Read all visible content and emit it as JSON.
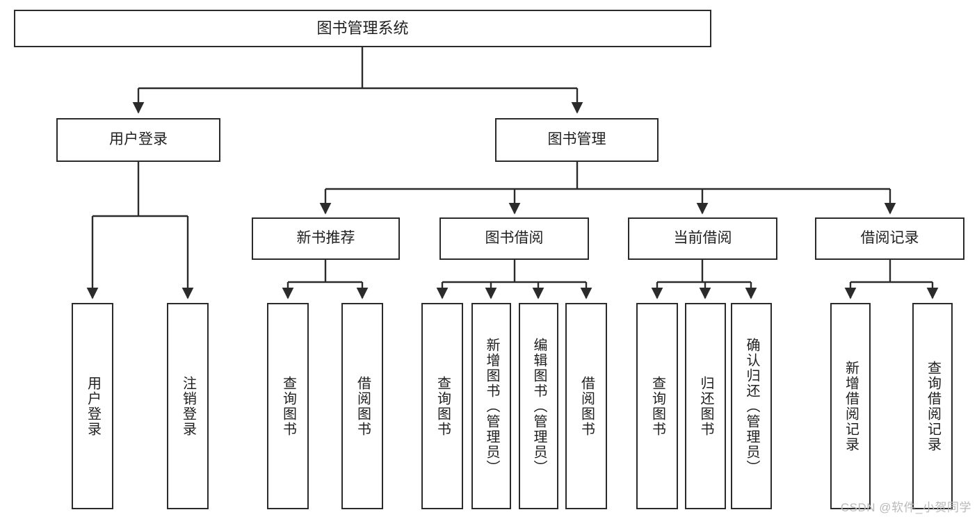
{
  "diagram": {
    "type": "tree-hierarchy",
    "title": "图书管理系统",
    "watermark": "CSDN @软件_小贺同学",
    "colors": {
      "stroke": "#2b2b2b",
      "background": "#ffffff",
      "text": "#1f1f1f",
      "watermark": "#b9b9b9"
    },
    "levels": {
      "level0": [
        {
          "id": "root",
          "label": "图书管理系统"
        }
      ],
      "level1": [
        {
          "id": "user-login",
          "label": "用户登录"
        },
        {
          "id": "book-manage",
          "label": "图书管理"
        }
      ],
      "level2": [
        {
          "id": "new-book-rec",
          "label": "新书推荐",
          "parent": "book-manage"
        },
        {
          "id": "book-borrow",
          "label": "图书借阅",
          "parent": "book-manage"
        },
        {
          "id": "current-borrow",
          "label": "当前借阅",
          "parent": "book-manage"
        },
        {
          "id": "borrow-record",
          "label": "借阅记录",
          "parent": "book-manage"
        }
      ],
      "level3": [
        {
          "id": "leaf-user-login",
          "label": "用户登录",
          "parent": "user-login"
        },
        {
          "id": "leaf-logout-login",
          "label": "注销登录",
          "parent": "user-login"
        },
        {
          "id": "leaf-query-book-1",
          "label": "查询图书",
          "parent": "new-book-rec"
        },
        {
          "id": "leaf-borrow-book-1",
          "label": "借阅图书",
          "parent": "new-book-rec"
        },
        {
          "id": "leaf-query-book-2",
          "label": "查询图书",
          "parent": "book-borrow"
        },
        {
          "id": "leaf-add-book",
          "label": "新增图书（管理员）",
          "parent": "book-borrow"
        },
        {
          "id": "leaf-edit-book",
          "label": "编辑图书（管理员）",
          "parent": "book-borrow"
        },
        {
          "id": "leaf-borrow-book-2",
          "label": "借阅图书",
          "parent": "book-borrow"
        },
        {
          "id": "leaf-query-book-3",
          "label": "查询图书",
          "parent": "current-borrow"
        },
        {
          "id": "leaf-return-book",
          "label": "归还图书",
          "parent": "current-borrow"
        },
        {
          "id": "leaf-confirm-return",
          "label": "确认归还（管理员）",
          "parent": "current-borrow"
        },
        {
          "id": "leaf-add-record",
          "label": "新增借阅记录",
          "parent": "borrow-record"
        },
        {
          "id": "leaf-query-record",
          "label": "查询借阅记录",
          "parent": "borrow-record"
        }
      ]
    }
  }
}
